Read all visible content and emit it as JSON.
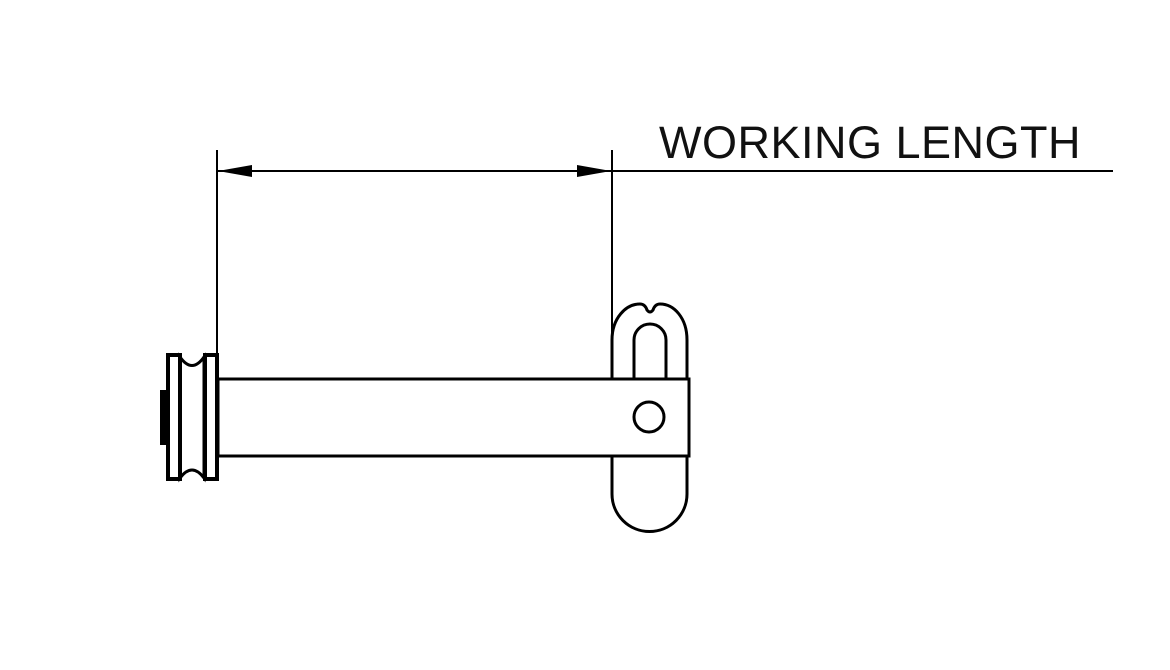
{
  "drawing": {
    "title": "Clevis pin with clip - working length dimension",
    "dimension_label": "WORKING LENGTH",
    "colors": {
      "background": "#ffffff",
      "line": "#000000",
      "text": "#111111"
    },
    "parts": [
      {
        "name": "head",
        "description": "Grooved flanged head (pulley-style)"
      },
      {
        "name": "pin-shaft",
        "description": "Cylindrical pin body"
      },
      {
        "name": "cross-hole",
        "description": "Hole for retaining clip"
      },
      {
        "name": "retaining-clip",
        "description": "Loop clip through cross hole"
      }
    ],
    "dimension": {
      "type": "linear",
      "from": "inner face of head",
      "to": "clip leg",
      "label": "WORKING LENGTH"
    }
  }
}
